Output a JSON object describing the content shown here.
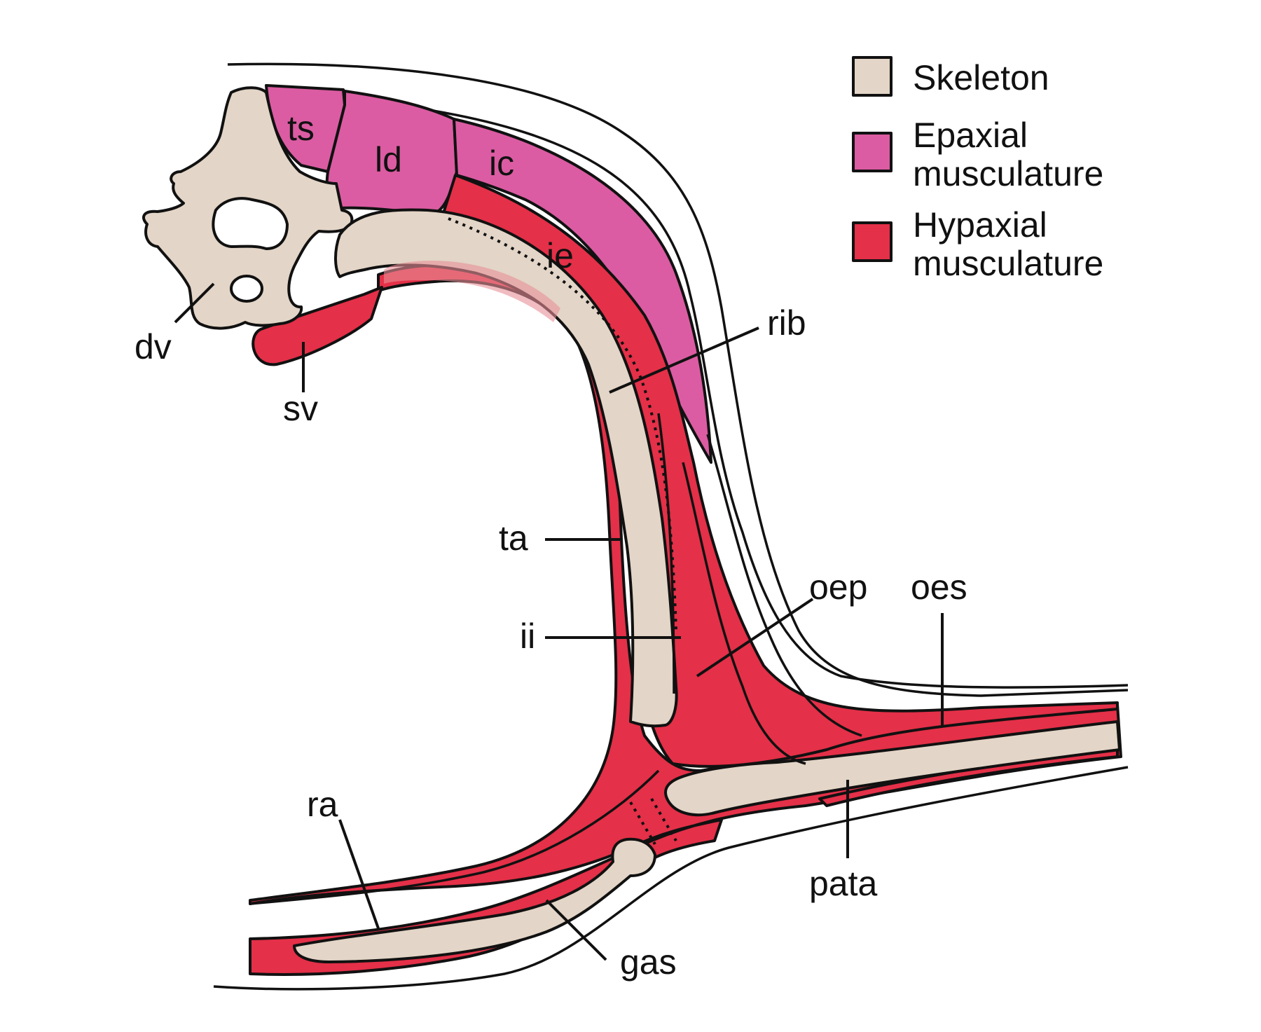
{
  "colors": {
    "skeleton": "#e3d5c7",
    "epaxial": "#db5ca2",
    "hypaxial": "#e43048",
    "outline": "#111111"
  },
  "legend": {
    "skeleton": {
      "lines": [
        "Skeleton"
      ]
    },
    "epaxial": {
      "lines": [
        "Epaxial",
        "musculature"
      ]
    },
    "hypaxial": {
      "lines": [
        "Hypaxial",
        "musculature"
      ]
    }
  },
  "labels": {
    "ts": "ts",
    "ld": "ld",
    "ic": "ic",
    "ie": "ie",
    "dv": "dv",
    "sv": "sv",
    "rib": "rib",
    "ta": "ta",
    "ii": "ii",
    "oep": "oep",
    "oes": "oes",
    "ra": "ra",
    "gas": "gas",
    "pata": "pata"
  }
}
